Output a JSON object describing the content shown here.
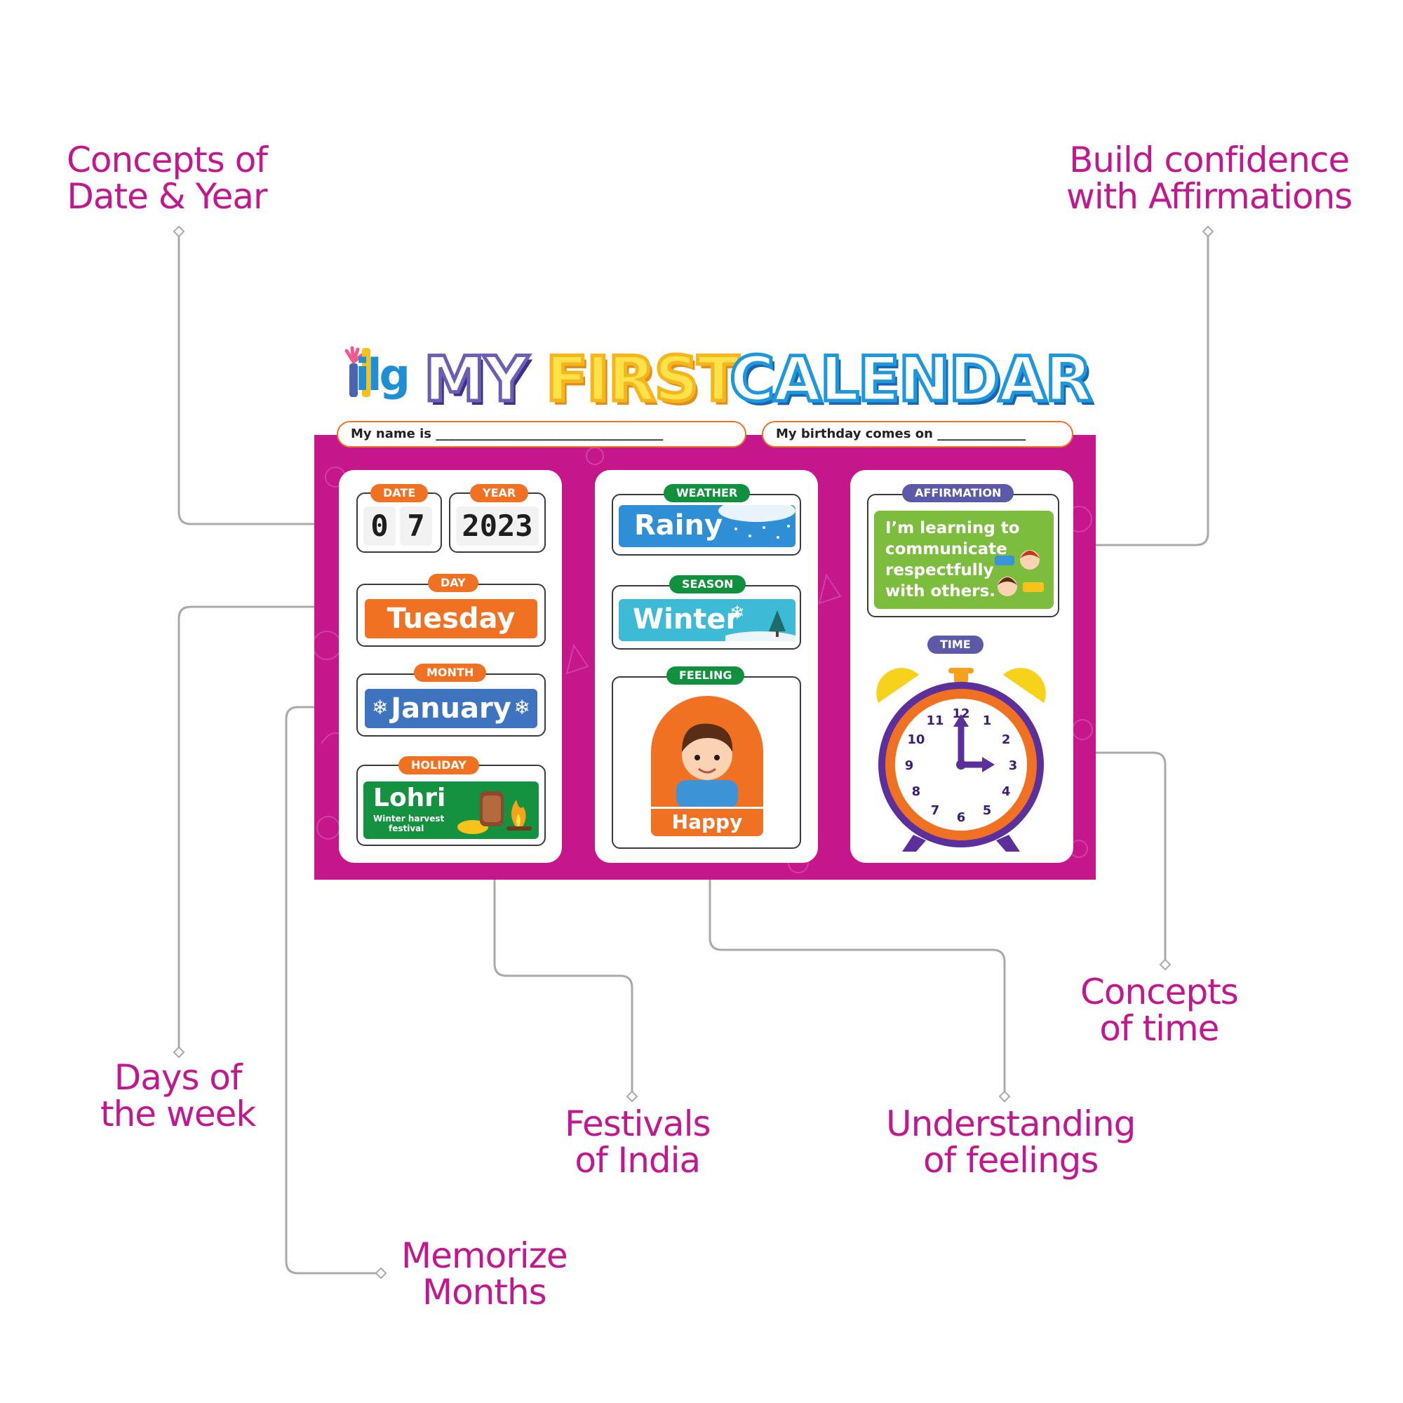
{
  "brand": {
    "logo_text": "ilg"
  },
  "title": {
    "word1": "MY",
    "word2": "FIRST",
    "word3": "CALENDAR"
  },
  "fields": {
    "name_label": "My name is ____________________________________",
    "birthday_label": "My birthday comes on ______________"
  },
  "date_year": {
    "date_tag": "DATE",
    "year_tag": "YEAR",
    "date_digit1": "0",
    "date_digit2": "7",
    "year": "2023"
  },
  "day": {
    "tag": "DAY",
    "value": "Tuesday"
  },
  "month": {
    "tag": "MONTH",
    "value": "January"
  },
  "holiday": {
    "tag": "HOLIDAY",
    "name": "Lohri",
    "desc_line1": "Winter harvest",
    "desc_line2": "festival"
  },
  "weather": {
    "tag": "WEATHER",
    "value": "Rainy"
  },
  "season": {
    "tag": "SEASON",
    "value": "Winter"
  },
  "feeling": {
    "tag": "FEELING",
    "value": "Happy"
  },
  "affirmation": {
    "tag": "AFFIRMATION",
    "line1": "I’m learning to",
    "line2": "communicate",
    "line3": "respectfully",
    "line4": "with others."
  },
  "time": {
    "tag": "TIME",
    "hour": 3,
    "minute": 0,
    "numbers": [
      "12",
      "1",
      "2",
      "3",
      "4",
      "5",
      "6",
      "7",
      "8",
      "9",
      "10",
      "11"
    ]
  },
  "callouts": {
    "date_year": [
      "Concepts of",
      "Date &  Year"
    ],
    "affirmations": [
      "Build confidence",
      "with Affirmations"
    ],
    "days": [
      "Days of",
      "the week"
    ],
    "festivals": [
      "Festivals",
      "of India"
    ],
    "feelings": [
      "Understanding",
      "of feelings"
    ],
    "time": [
      "Concepts",
      "of time"
    ],
    "months": [
      "Memorize",
      "Months"
    ]
  },
  "colors": {
    "magenta": "#c5168c",
    "callout_text": "#c2178f",
    "orange": "#f07121",
    "green": "#11903e",
    "purple": "#5c5aa8",
    "blue": "#2e8ed6",
    "lime": "#7cbd3e"
  }
}
